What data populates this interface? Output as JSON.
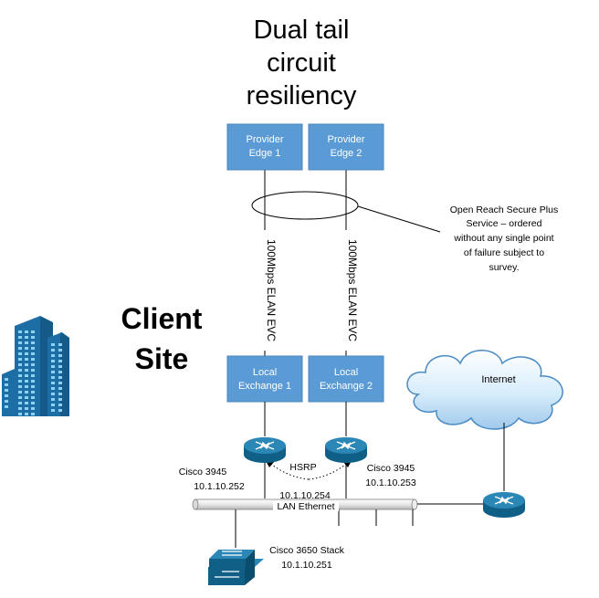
{
  "title": [
    "Dual tail",
    "circuit",
    "resiliency"
  ],
  "site_label": [
    "Client",
    "Site"
  ],
  "provider_edges": [
    [
      "Provider",
      "Edge 1"
    ],
    [
      "Provider",
      "Edge 2"
    ]
  ],
  "exchanges": [
    [
      "Local",
      "Exchange 1"
    ],
    [
      "Local",
      "Exchange 2"
    ]
  ],
  "circuits": [
    "100Mbps ELAN EVC",
    "100Mbps ELAN EVC"
  ],
  "annotation": [
    "Open Reach Secure Plus",
    "Service – ordered",
    "without any single point",
    "of failure subject to",
    "survey."
  ],
  "cloud_label": "Internet",
  "router_left": [
    "Cisco 3945",
    "10.1.10.252"
  ],
  "router_right": [
    "Cisco 3945",
    "10.1.10.253"
  ],
  "hsrp": "HSRP",
  "virtual_ip": "10.1.10.254",
  "lan_label": "LAN Ethernet",
  "switch_label": [
    "Cisco 3650 Stack",
    "10.1.10.251"
  ],
  "colors": {
    "box_fill": "#5b9bd5",
    "box_text": "#ffffff",
    "router_dark": "#0f5f86",
    "router_top": "#2b87b5",
    "line": "#000000",
    "building": "#1c6ea4",
    "cloud_light": "#dff0fc",
    "cloud_edge": "#4a8ac2"
  }
}
